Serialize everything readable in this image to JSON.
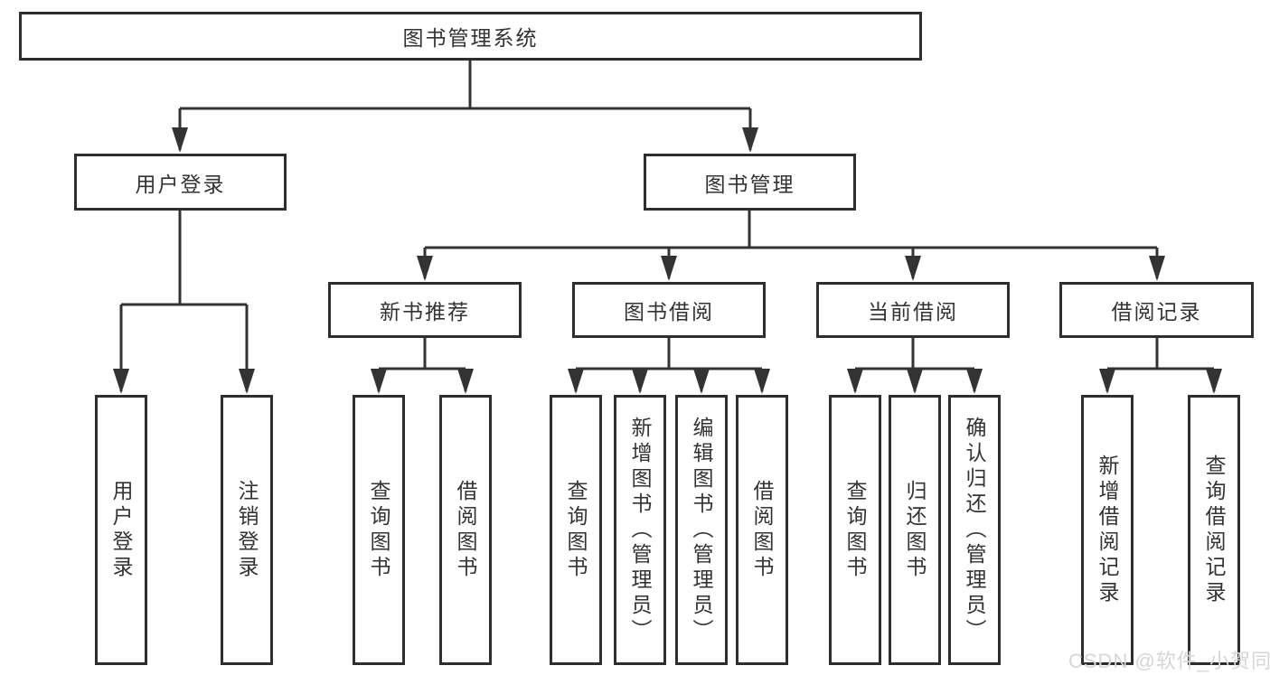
{
  "diagram": {
    "root": {
      "label": "图书管理系统"
    },
    "branches": [
      {
        "label": "用户登录",
        "children": [
          "用户登录",
          "注销登录"
        ]
      },
      {
        "label": "图书管理",
        "sections": [
          {
            "label": "新书推荐",
            "children": [
              "查询图书",
              "借阅图书"
            ]
          },
          {
            "label": "图书借阅",
            "children": [
              "查询图书",
              "新增图书（管理员）",
              "编辑图书（管理员）",
              "借阅图书"
            ]
          },
          {
            "label": "当前借阅",
            "children": [
              "查询图书",
              "归还图书",
              "确认归还（管理员）"
            ]
          },
          {
            "label": "借阅记录",
            "children": [
              "新增借阅记录",
              "查询借阅记录"
            ]
          }
        ]
      }
    ],
    "watermark": "CSDN @软件_小贺同学",
    "colors": {
      "line": "#333333",
      "box_border": "#2e2e2e",
      "text": "#333333",
      "background": "#ffffff",
      "watermark": "#d6d6d6"
    }
  }
}
